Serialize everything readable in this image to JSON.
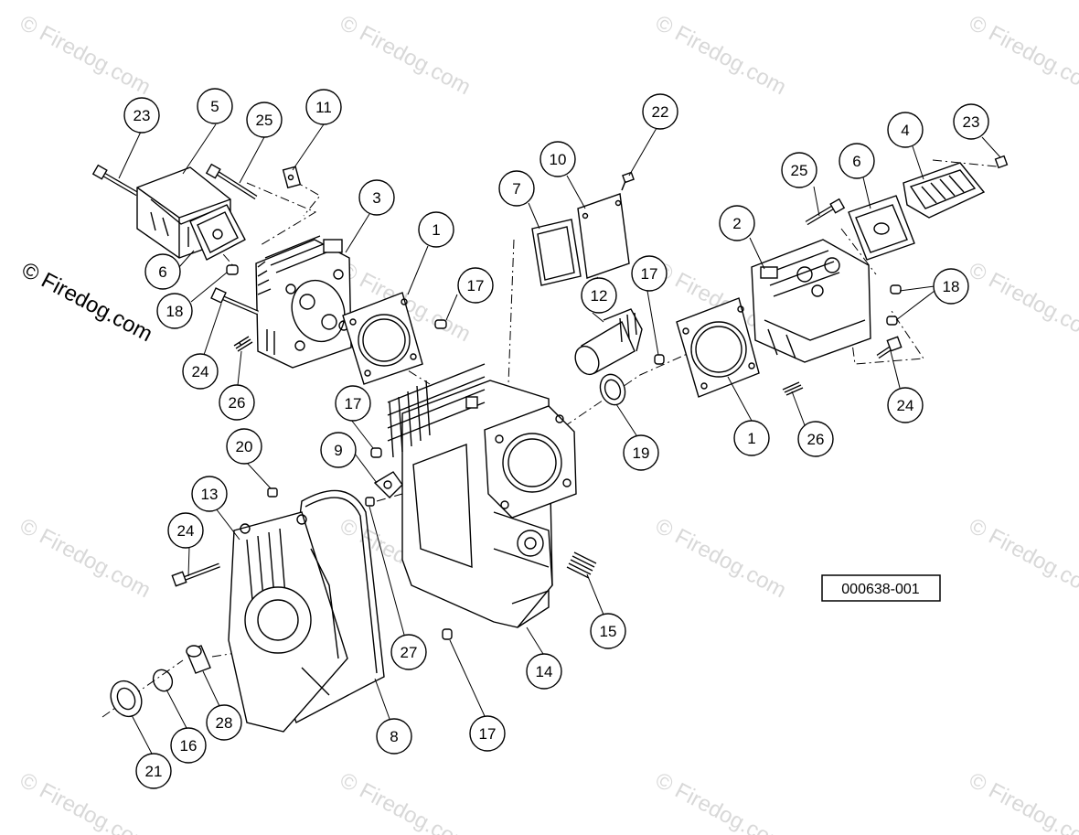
{
  "watermark": {
    "side_text": "© Firedog.com",
    "tile_text": "© Firedog.com"
  },
  "reference_code": "000638-001",
  "callouts": [
    {
      "label": "23"
    },
    {
      "label": "5"
    },
    {
      "label": "25"
    },
    {
      "label": "11"
    },
    {
      "label": "3"
    },
    {
      "label": "6"
    },
    {
      "label": "18"
    },
    {
      "label": "24"
    },
    {
      "label": "26"
    },
    {
      "label": "1"
    },
    {
      "label": "17"
    },
    {
      "label": "7"
    },
    {
      "label": "10"
    },
    {
      "label": "22"
    },
    {
      "label": "12"
    },
    {
      "label": "17"
    },
    {
      "label": "9"
    },
    {
      "label": "17"
    },
    {
      "label": "19"
    },
    {
      "label": "25"
    },
    {
      "label": "6"
    },
    {
      "label": "4"
    },
    {
      "label": "23"
    },
    {
      "label": "2"
    },
    {
      "label": "18"
    },
    {
      "label": "1"
    },
    {
      "label": "26"
    },
    {
      "label": "24"
    },
    {
      "label": "20"
    },
    {
      "label": "13"
    },
    {
      "label": "24"
    },
    {
      "label": "27"
    },
    {
      "label": "8"
    },
    {
      "label": "14"
    },
    {
      "label": "15"
    },
    {
      "label": "17"
    },
    {
      "label": "28"
    },
    {
      "label": "16"
    },
    {
      "label": "21"
    }
  ]
}
